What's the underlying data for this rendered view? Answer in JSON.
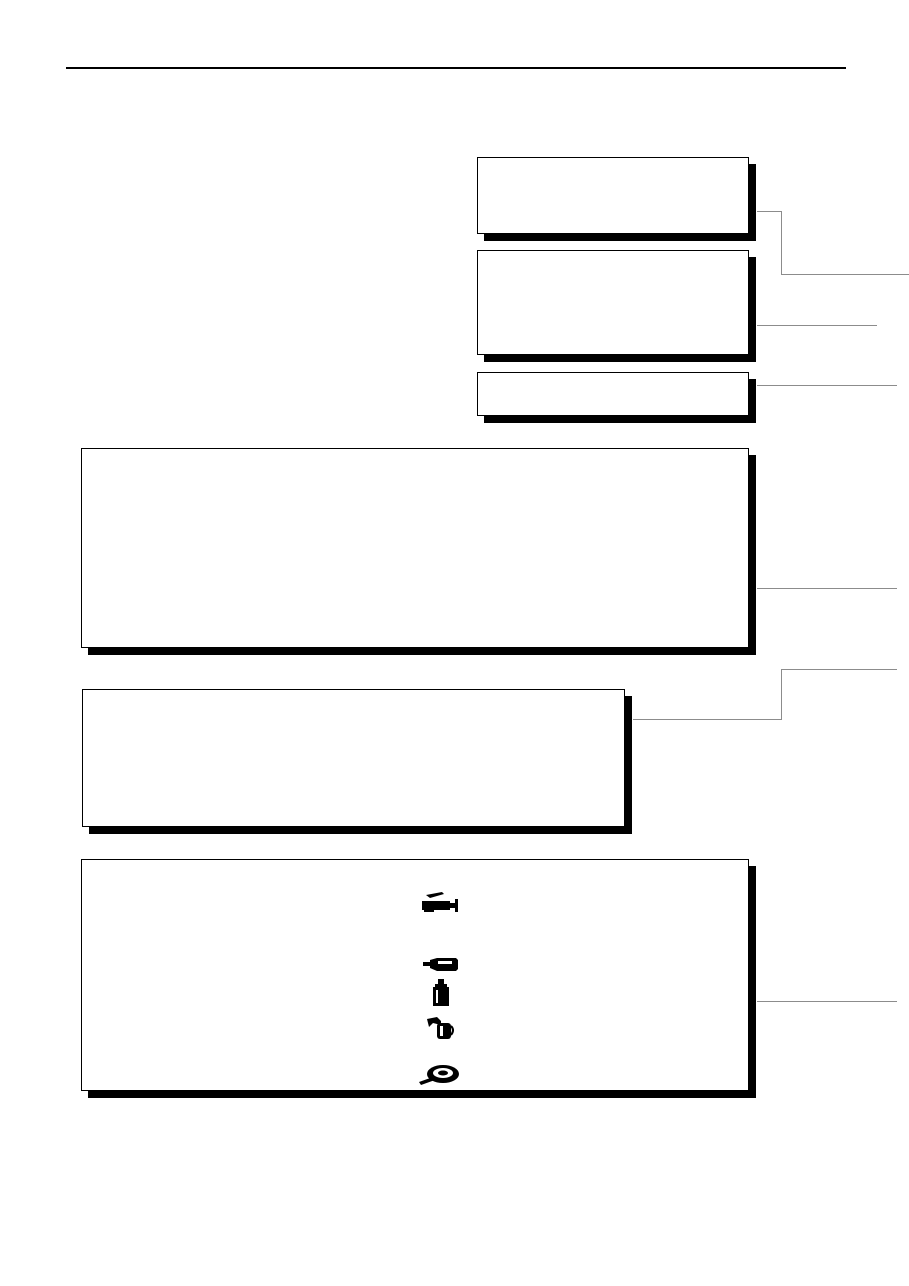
{
  "page": {
    "background": "#ffffff",
    "ink": "#000000",
    "leader_color": "#8c8c8c"
  },
  "panels": [
    {
      "id": "panel-top-1"
    },
    {
      "id": "panel-top-2"
    },
    {
      "id": "panel-top-3"
    },
    {
      "id": "panel-wide"
    },
    {
      "id": "panel-middle"
    },
    {
      "id": "panel-tools"
    }
  ],
  "tool_icons": [
    {
      "name": "grease-gun-icon"
    },
    {
      "name": "sealant-tube-icon"
    },
    {
      "name": "adhesive-bottle-icon"
    },
    {
      "name": "oil-can-icon"
    },
    {
      "name": "tape-measure-icon"
    }
  ]
}
